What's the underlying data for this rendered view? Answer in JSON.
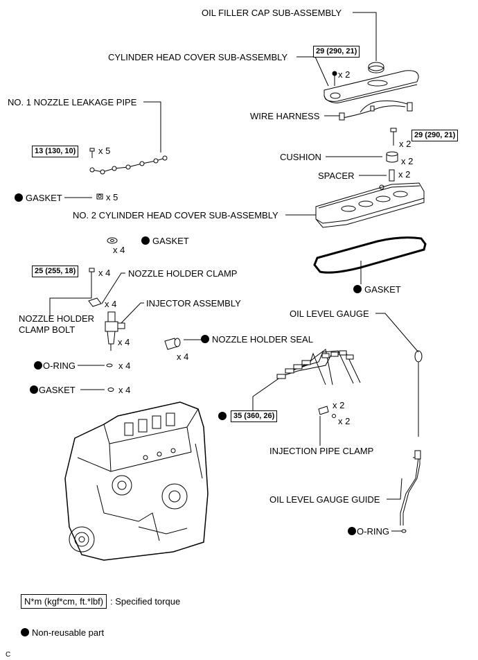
{
  "labels": {
    "oil_filler_cap": "OIL FILLER CAP SUB-ASSEMBLY",
    "cylinder_head_cover": "CYLINDER HEAD COVER SUB-ASSEMBLY",
    "no1_nozzle_leakage_pipe": "NO. 1 NOZZLE LEAKAGE PIPE",
    "wire_harness": "WIRE HARNESS",
    "cushion": "CUSHION",
    "spacer": "SPACER",
    "gasket_1": "GASKET",
    "no2_cylinder_head_cover": "NO. 2 CYLINDER HEAD COVER SUB-ASSEMBLY",
    "gasket_2": "GASKET",
    "nozzle_holder_clamp": "NOZZLE HOLDER CLAMP",
    "nozzle_holder_clamp_bolt_1": "NOZZLE HOLDER",
    "nozzle_holder_clamp_bolt_2": "CLAMP BOLT",
    "injector_assembly": "INJECTOR ASSEMBLY",
    "gasket_head": "GASKET",
    "oil_level_gauge": "OIL LEVEL GAUGE",
    "nozzle_holder_seal": "NOZZLE HOLDER SEAL",
    "o_ring_1": "O-RING",
    "gasket_3": "GASKET",
    "injection_pipe_clamp": "INJECTION PIPE CLAMP",
    "oil_level_gauge_guide": "OIL LEVEL GAUGE GUIDE",
    "o_ring_2": "O-RING"
  },
  "torques": {
    "head_cover": "29 (290, 21)",
    "cover2": "29 (290, 21)",
    "leak_pipe": "13 (130, 10)",
    "clamp_bolt": "25 (255, 18)",
    "inj_pipe": "35 (360, 26)"
  },
  "quantities": {
    "head_cover_bolt": "x 2",
    "leak_pipe_bolt": "x 5",
    "cover2_bolt": "x 2",
    "cushion": "x 2",
    "spacer": "x 2",
    "gasket_1": "x 5",
    "gasket_2": "x 4",
    "clamp_bolt": "x 4",
    "clamp": "x 4",
    "injector": "x 4",
    "seal": "x 4",
    "o_ring_1": "x 4",
    "gasket_3": "x 4",
    "pipe_clamp_a": "x 2",
    "pipe_clamp_b": "x 2"
  },
  "legend": {
    "torque_box": "N*m (kgf*cm, ft.*lbf)",
    "torque_desc": ": Specified torque",
    "nonreusable": "Non-reusable part"
  },
  "corner_mark": "C"
}
